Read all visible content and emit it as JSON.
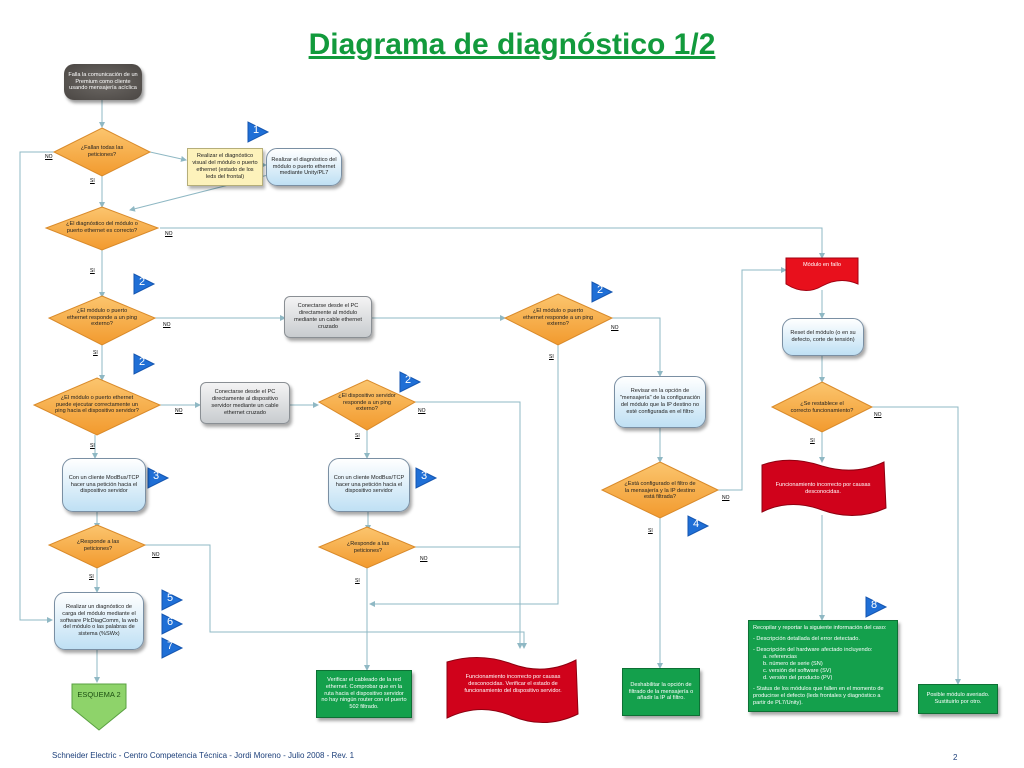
{
  "title": "Diagrama de diagnóstico 1/2",
  "footer": "Schneider Electric  - Centro Competencia Técnica - Jordi Moreno - Julio 2008 - Rev. 1",
  "page_number": "2",
  "labels": {
    "no": "NO",
    "si": "SI"
  },
  "colors": {
    "title": "#129a3c",
    "diamond": "#f5a94a",
    "badge": "#1f6fd6",
    "flag": "#d0021b",
    "green_box": "#14a04c"
  },
  "badges": [
    "1",
    "2",
    "2",
    "2",
    "2",
    "3",
    "3",
    "4",
    "5",
    "6",
    "7",
    "8"
  ],
  "nodes": {
    "start": "Falla la comunicación de un Premium como cliente usando mensajería acíclica",
    "d_fallan_todas": "¿Fallan todas las peticiones?",
    "realizar_visual": "Realizar el diagnóstico visual del módulo o puerto ethernet (estado de los leds del frontal)",
    "realizar_unity": "Realizar el diagnóstico del módulo o puerto ethernet mediante Unity/PL7",
    "d_correcto": "¿El diagnóstico del módulo o puerto ethernet es correcto?",
    "modulo_fallo": "Módulo en fallo",
    "d_ping1": "¿El módulo o puerto ethernet responde a un ping externo?",
    "conectarse_pc1": "Conectarse desde el PC directamente al módulo mediante un cable ethernet cruzado",
    "d_ping2": "¿El módulo o puerto ethernet responde a un ping externo?",
    "reset_modulo": "Reset del módulo (o en su defecto, corte de tensión)",
    "d_ping_servidor": "¿El módulo o puerto ethernet puede ejecutar correctamente un ping hacia el dispositivo servidor?",
    "conectarse_pc2": "Conectarse desde el PC directamente al dispositivo servidor mediante un cable ethernet cruzado",
    "d_servidor_ping": "¿El dispositivo servidor responde a un ping externo?",
    "revisar_opcion": "Revisar en la opción de \"mensajería\" de la configuración del módulo que la IP destino no esté configurada en el filtro",
    "d_restablece": "¿Se restablece el correcto funcionamiento?",
    "cliente_modbus1": "Con un cliente ModBus/TCP hacer una petición hacia el dispositivo servidor",
    "cliente_modbus2": "Con un cliente ModBus/TCP hacer una petición hacia el dispositivo servidor",
    "d_filtrado": "¿Está configurado el filtro de la mensajería y la IP destino está filtrada?",
    "func_incorrecto1": "Funcionamiento incorrecto por causas desconocidas.",
    "d_responde1": "¿Responde a las peticiones?",
    "d_responde2": "¿Responde a las peticiones?",
    "realizar_carga": "Realizar un diagnóstico de carga del módulo mediante el software PlcDiagComm, la web del módulo o las palabras de sistema (%SWx)",
    "recopilar_title": "Recopilar y reportar la siguiente información del caso:",
    "recopilar_items": [
      "- Descripción detallada del error detectado.",
      "- Descripción del hardware afectado incluyendo:",
      "a.   referencias",
      "b.   número de serie (SN)",
      "c.   versión del software (SV)",
      "d.   versión del producto (PV)",
      "- Status de los módulos que fallen en el momento de producirse el defecto (leds frontales y diagnóstico a partir de PL7/Unity)."
    ],
    "esquema2": "ESQUEMA 2",
    "verificar_cableado": "Verificar el cableado de la red ethernet. Comprobar que en la ruta hacia el dispositivo servidor no hay ningún router con el puerto 502 filtrado.",
    "func_incorrecto2": "Funcionamiento incorrecto por causas desconocidas. Verificar el estado de funcionamiento del dispositivo servidor.",
    "deshabilitar": "Deshabilitar la opción de filtrado de la mensajería o añadir la IP al filtro.",
    "posible_averiado": "Posible módulo averiado. Sustituirlo por otro."
  }
}
